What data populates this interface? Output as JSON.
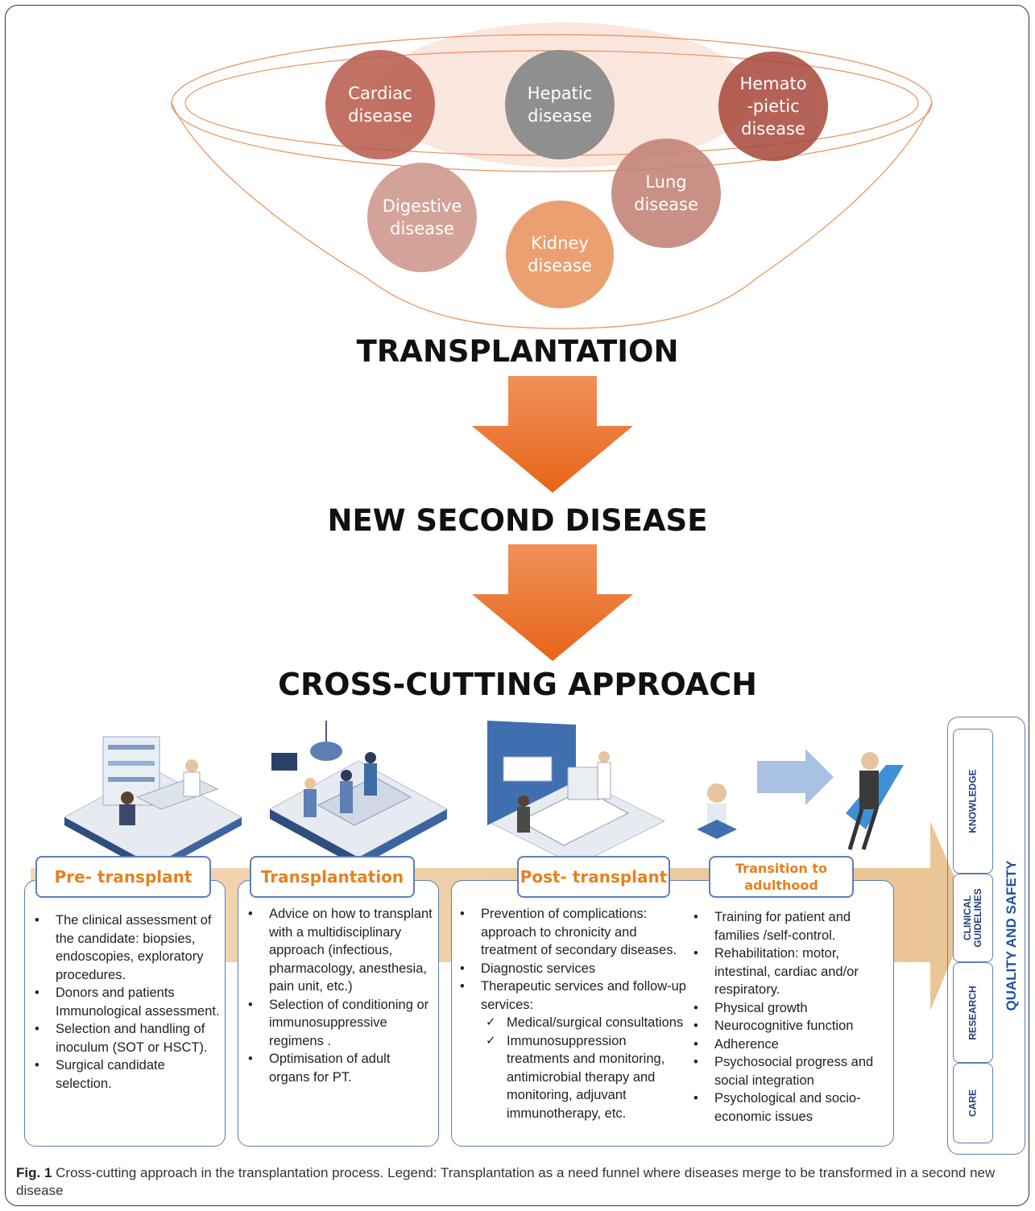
{
  "funnel": {
    "diseases": [
      {
        "label": "Cardiac\ndisease",
        "color": "#b85a4a"
      },
      {
        "label": "Hepatic\ndisease",
        "color": "#8f8f8f"
      },
      {
        "label": "Hemato\n-pietic\ndisease",
        "color": "#a8473a"
      },
      {
        "label": "Digestive\ndisease",
        "color": "#cf9a8f"
      },
      {
        "label": "Lung\ndisease",
        "color": "#c48478"
      },
      {
        "label": "Kidney\ndisease",
        "color": "#eba071"
      }
    ]
  },
  "flow": {
    "step1": "TRANSPLANTATION",
    "step2": "NEW SECOND DISEASE",
    "step3": "CROSS-CUTTING APPROACH",
    "arrow_color": "#ee7524"
  },
  "stages": [
    {
      "label": "Pre- transplant",
      "items": [
        {
          "type": "b",
          "text": "The clinical assessment of the candidate: biopsies, endoscopies, exploratory procedures."
        },
        {
          "type": "b",
          "text": "Donors and patients Immunological assessment."
        },
        {
          "type": "b",
          "text": "Selection and handling of inoculum (SOT or HSCT)."
        },
        {
          "type": "b",
          "text": "Surgical candidate selection."
        }
      ]
    },
    {
      "label": "Transplantation",
      "items": [
        {
          "type": "b",
          "text": "Advice on how to transplant with a multidisciplinary approach (infectious, pharmacology, anesthesia, pain unit, etc.)"
        },
        {
          "type": "b",
          "text": "Selection of conditioning or immunosuppressive regimens ."
        },
        {
          "type": "b",
          "text": "Optimisation of adult organs for PT."
        }
      ]
    },
    {
      "label": "Post- transplant",
      "items": [
        {
          "type": "b",
          "text": "Prevention of complications: approach to chronicity and treatment of secondary diseases."
        },
        {
          "type": "b",
          "text": "Diagnostic services"
        },
        {
          "type": "b",
          "text": "Therapeutic services and follow-up services:"
        },
        {
          "type": "c",
          "text": "Medical/surgical consultations"
        },
        {
          "type": "c",
          "text": "Immunosuppression treatments and monitoring, antimicrobial therapy and monitoring, adjuvant immunotherapy, etc."
        }
      ]
    },
    {
      "label": "Transition to adulthood",
      "items": [
        {
          "type": "b",
          "text": "Training  for patient and families /self-control."
        },
        {
          "type": "b",
          "text": "Rehabilitation: motor, intestinal, cardiac and/or respiratory."
        },
        {
          "type": "b",
          "text": "Physical growth"
        },
        {
          "type": "b",
          "text": "Neurocognitive function"
        },
        {
          "type": "b",
          "text": "Adherence"
        },
        {
          "type": "b",
          "text": "Psychosocial progress and social integration"
        },
        {
          "type": "b",
          "text": "Psychological and socio-economic issues"
        }
      ]
    }
  ],
  "pillars": {
    "items": [
      "KNOWLEDGE",
      "CLINICAL\nGUIDELINES",
      "RESEARCH",
      "CARE"
    ],
    "title": "QUALITY AND SAFETY"
  },
  "caption": {
    "label": "Fig. 1",
    "text": " Cross-cutting approach in the transplantation process. Legend: Transplantation as a need funnel where diseases merge to be transformed in a second new disease"
  }
}
